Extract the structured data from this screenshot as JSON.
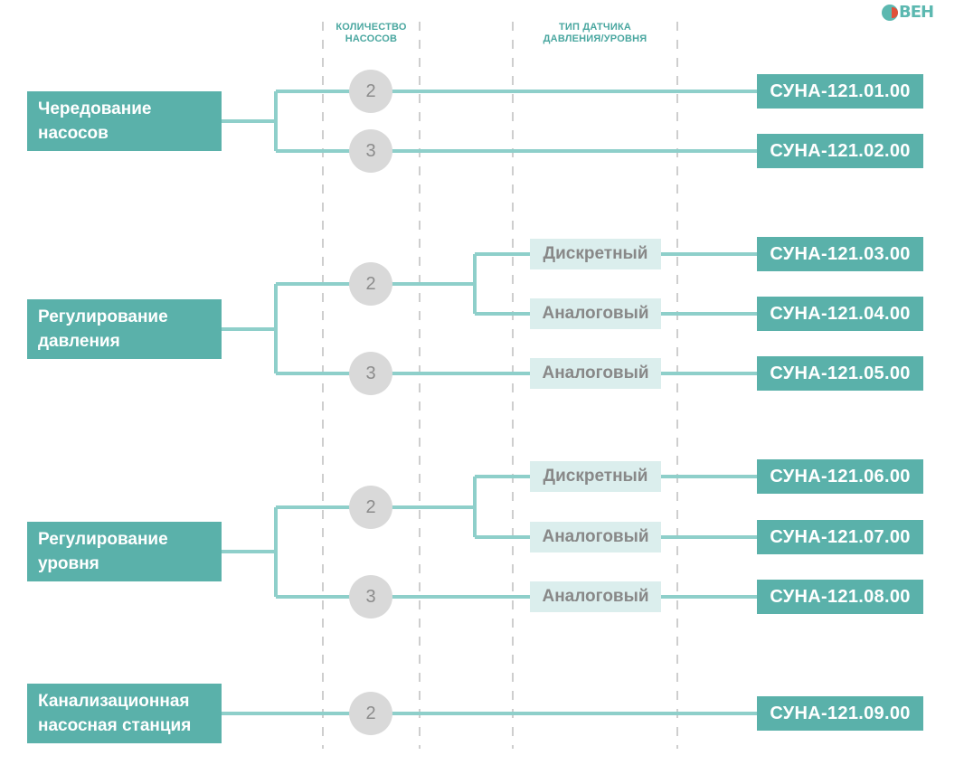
{
  "headers": {
    "pumps": "КОЛИЧЕСТВО\nНАСОСОВ",
    "sensor": "ТИП ДАТЧИКА\nДАВЛЕНИЯ/УРОВНЯ"
  },
  "logo": {
    "text": "ВЕН",
    "icon": "oven-logo-icon"
  },
  "colors": {
    "teal": "#5ab1aa",
    "line": "#8ecfca",
    "circle": "#d9d9d9",
    "sensor_bg": "#dbeeed",
    "logo_red": "#e0503a"
  },
  "functions": [
    {
      "label": "Чередование\nнасосов"
    },
    {
      "label": "Регулирование\nдавления"
    },
    {
      "label": "Регулирование\nуровня"
    },
    {
      "label": "Канализационная\nнасосная станция"
    }
  ],
  "pumps": [
    "2",
    "3",
    "2",
    "3",
    "2",
    "3",
    "2"
  ],
  "sensors": [
    "Дискретный",
    "Аналоговый",
    "Аналоговый",
    "Дискретный",
    "Аналоговый",
    "Аналоговый"
  ],
  "models": [
    "СУНА-121.01.00",
    "СУНА-121.02.00",
    "СУНА-121.03.00",
    "СУНА-121.04.00",
    "СУНА-121.05.00",
    "СУНА-121.06.00",
    "СУНА-121.07.00",
    "СУНА-121.08.00",
    "СУНА-121.09.00"
  ]
}
